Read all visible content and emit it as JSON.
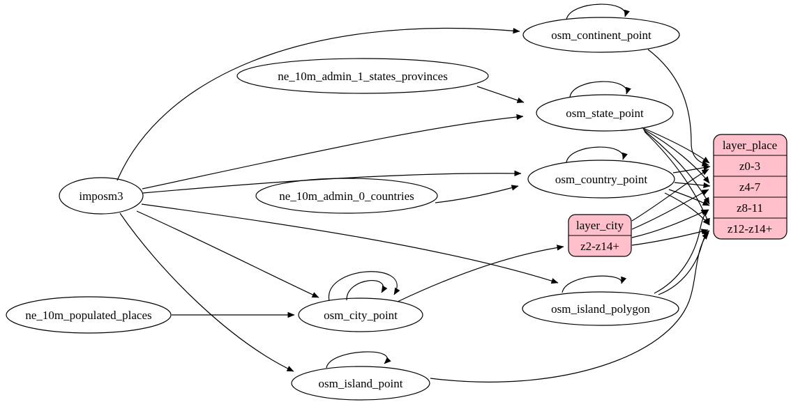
{
  "colors": {
    "record_fill": "#ffc0cb",
    "node_fill": "#ffffff",
    "edge_color": "#000000"
  },
  "nodes": {
    "imposm3": {
      "label": "imposm3"
    },
    "ne_10m_admin_1_states_provinces": {
      "label": "ne_10m_admin_1_states_provinces"
    },
    "ne_10m_admin_0_countries": {
      "label": "ne_10m_admin_0_countries"
    },
    "ne_10m_populated_places": {
      "label": "ne_10m_populated_places"
    },
    "osm_continent_point": {
      "label": "osm_continent_point"
    },
    "osm_state_point": {
      "label": "osm_state_point"
    },
    "osm_country_point": {
      "label": "osm_country_point"
    },
    "osm_city_point": {
      "label": "osm_city_point"
    },
    "osm_island_polygon": {
      "label": "osm_island_polygon"
    },
    "osm_island_point": {
      "label": "osm_island_point"
    }
  },
  "records": {
    "layer_city": {
      "header": "layer_city",
      "rows": [
        "z2-z14+"
      ]
    },
    "layer_place": {
      "header": "layer_place",
      "rows": [
        "z0-3",
        "z4-7",
        "z8-11",
        "z12-z14+"
      ]
    }
  },
  "edges": [
    {
      "from": "imposm3",
      "to": "osm_continent_point"
    },
    {
      "from": "imposm3",
      "to": "osm_state_point"
    },
    {
      "from": "imposm3",
      "to": "osm_country_point"
    },
    {
      "from": "imposm3",
      "to": "osm_city_point"
    },
    {
      "from": "imposm3",
      "to": "osm_island_polygon"
    },
    {
      "from": "imposm3",
      "to": "osm_island_point"
    },
    {
      "from": "ne_10m_admin_1_states_provinces",
      "to": "osm_state_point"
    },
    {
      "from": "ne_10m_admin_0_countries",
      "to": "osm_country_point"
    },
    {
      "from": "ne_10m_populated_places",
      "to": "osm_city_point"
    },
    {
      "from": "osm_continent_point",
      "to": "osm_continent_point"
    },
    {
      "from": "osm_state_point",
      "to": "osm_state_point"
    },
    {
      "from": "osm_country_point",
      "to": "osm_country_point"
    },
    {
      "from": "osm_city_point",
      "to": "osm_city_point"
    },
    {
      "from": "osm_city_point",
      "to": "osm_city_point"
    },
    {
      "from": "osm_island_polygon",
      "to": "osm_island_polygon"
    },
    {
      "from": "osm_island_point",
      "to": "osm_island_point"
    },
    {
      "from": "osm_city_point",
      "to": "layer_city:z2-z14+"
    },
    {
      "from": "osm_continent_point",
      "to": "layer_place:z0-3"
    },
    {
      "from": "osm_state_point",
      "to": "layer_place:z0-3"
    },
    {
      "from": "osm_state_point",
      "to": "layer_place:z4-7"
    },
    {
      "from": "osm_state_point",
      "to": "layer_place:z8-11"
    },
    {
      "from": "osm_state_point",
      "to": "layer_place:z12-z14+"
    },
    {
      "from": "osm_country_point",
      "to": "layer_place:z0-3"
    },
    {
      "from": "osm_country_point",
      "to": "layer_place:z4-7"
    },
    {
      "from": "osm_country_point",
      "to": "layer_place:z8-11"
    },
    {
      "from": "osm_country_point",
      "to": "layer_place:z12-z14+"
    },
    {
      "from": "layer_city",
      "to": "layer_place:z0-3"
    },
    {
      "from": "layer_city",
      "to": "layer_place:z4-7"
    },
    {
      "from": "layer_city",
      "to": "layer_place:z8-11"
    },
    {
      "from": "layer_city",
      "to": "layer_place:z12-z14+"
    },
    {
      "from": "osm_island_polygon",
      "to": "layer_place:z8-11"
    },
    {
      "from": "osm_island_polygon",
      "to": "layer_place:z12-z14+"
    },
    {
      "from": "osm_island_point",
      "to": "layer_place:z12-z14+"
    }
  ]
}
